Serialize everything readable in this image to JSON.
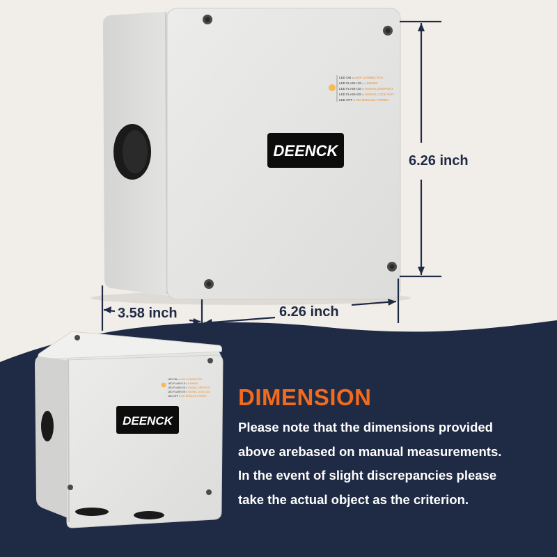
{
  "colors": {
    "background_top": "#f1eee9",
    "background_bottom": "#1f2a44",
    "accent": "#f26b1d",
    "dimension_text": "#1f2a44",
    "box_body": "#e6e6e4"
  },
  "dimensions": {
    "height_label": "6.26 inch",
    "depth_label": "3.58 inch",
    "width_label": "6.26 inch"
  },
  "product": {
    "brand": "DEENCK",
    "legend_lines": [
      {
        "key": "LED ON = ",
        "value": "LINK CONNECTED"
      },
      {
        "key": "LED FLASH 1S = ",
        "value": "LINKING"
      },
      {
        "key": "LED FLASH 2S = ",
        "value": "SIGNAL DROPOUT"
      },
      {
        "key": "LED FLASH 0S = ",
        "value": "SIGNAL LOCK OUT"
      },
      {
        "key": "LED OFF = ",
        "value": "NO MODULE POWER"
      }
    ]
  },
  "info": {
    "heading": "DIMENSION",
    "lines": [
      "Please note that the dimensions provided",
      "above arebased on manual measurements.",
      "In the event of slight discrepancies please",
      "take the actual object as the criterion."
    ]
  }
}
